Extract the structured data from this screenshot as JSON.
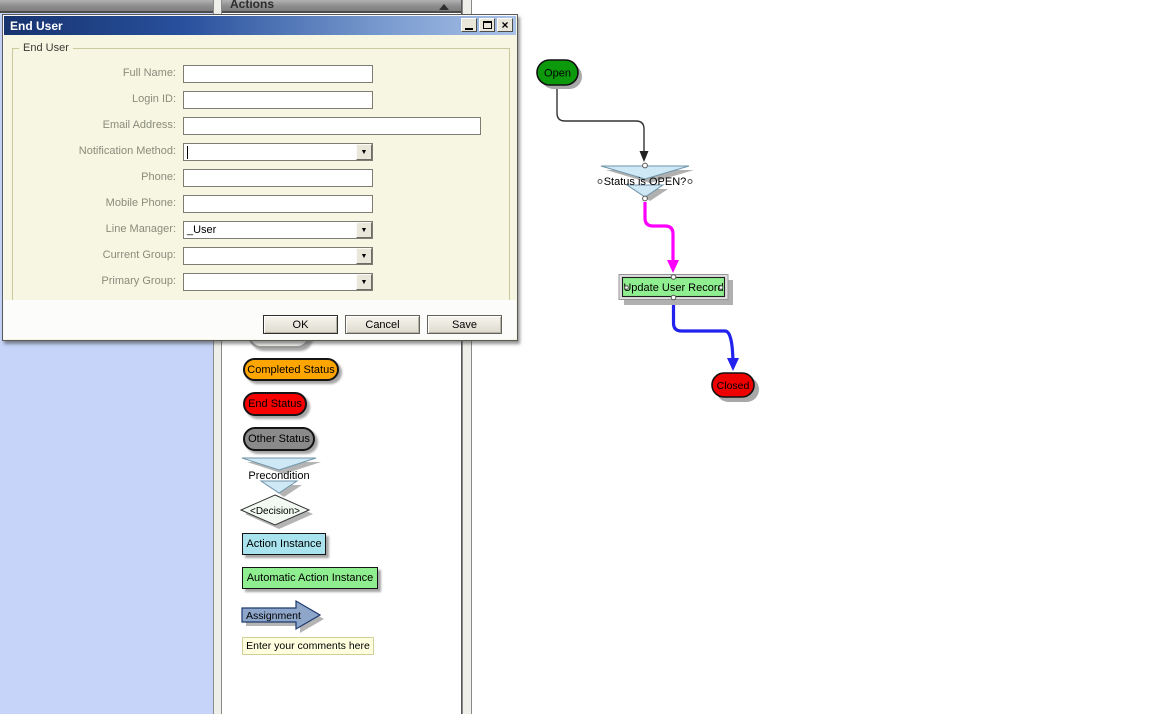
{
  "window": {
    "title": "End User",
    "close_glyph": "×"
  },
  "dialog": {
    "group_title": "End User",
    "fields": [
      {
        "label": "Full Name:",
        "type": "text",
        "value": ""
      },
      {
        "label": "Login ID:",
        "type": "text",
        "value": ""
      },
      {
        "label": "Email Address:",
        "type": "text",
        "value": ""
      },
      {
        "label": "Notification Method:",
        "type": "dropdown",
        "value": "",
        "focused": true
      },
      {
        "label": "Phone:",
        "type": "text",
        "value": ""
      },
      {
        "label": "Mobile Phone:",
        "type": "text",
        "value": ""
      },
      {
        "label": "Line Manager:",
        "type": "dropdown",
        "value": "_User"
      },
      {
        "label": "Current Group:",
        "type": "dropdown",
        "value": ""
      },
      {
        "label": "Primary Group:",
        "type": "dropdown",
        "value": ""
      }
    ],
    "buttons": [
      {
        "label": "OK"
      },
      {
        "label": "Cancel"
      },
      {
        "label": "Save"
      }
    ]
  },
  "palette": {
    "header": "Actions",
    "items": [
      {
        "label": "Completed Status",
        "shape": "status-pill",
        "color": "#ffa500"
      },
      {
        "label": "End Status",
        "shape": "status-pill",
        "color": "#f80000"
      },
      {
        "label": "Other Status",
        "shape": "status-pill",
        "color": "#8a8a8a"
      },
      {
        "label": "Precondition",
        "shape": "precondition",
        "color": "#cfe8f6"
      },
      {
        "label": "<Decision>",
        "shape": "decision-diamond",
        "color": "#f2f9f2"
      },
      {
        "label": "Action Instance",
        "shape": "rectangle",
        "color": "#a9e3ee"
      },
      {
        "label": "Automatic Action Instance",
        "shape": "rectangle",
        "color": "#8fee8f"
      },
      {
        "label": "Assignment",
        "shape": "arrow",
        "color": "#8ea6ca"
      },
      {
        "label": "Enter your comments here",
        "shape": "comment",
        "color": "#ffffe0"
      }
    ]
  },
  "flowchart": {
    "nodes": [
      {
        "label": "Open",
        "type": "status",
        "color": "#0c9a0c"
      },
      {
        "label": "Status is OPEN?",
        "type": "precondition",
        "color": "#cfe8f6"
      },
      {
        "label": "Update User Record",
        "type": "automatic-action",
        "color": "#8fee8f",
        "selected": true
      },
      {
        "label": "Closed",
        "type": "status",
        "color": "#ef0000"
      }
    ],
    "connectors": [
      {
        "from": "Open",
        "to": "Status is OPEN?",
        "color": "#333333"
      },
      {
        "from": "Status is OPEN?",
        "to": "Update User Record",
        "color": "#ff00ff"
      },
      {
        "from": "Update User Record",
        "to": "Closed",
        "color": "#2222ee"
      }
    ]
  }
}
